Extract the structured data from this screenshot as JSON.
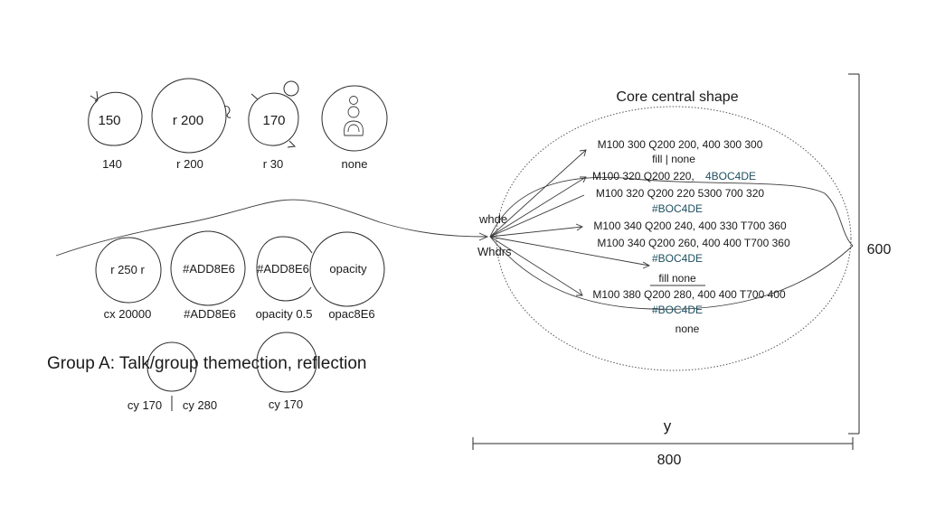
{
  "circles_top": [
    {
      "inner": "150",
      "caption": "140"
    },
    {
      "inner": "r 200",
      "caption": "r 200"
    },
    {
      "inner": "170",
      "caption": "r 30"
    },
    {
      "inner": "",
      "caption": "none"
    }
  ],
  "circles_mid": [
    {
      "inner": "r 250 r",
      "caption": "cx 20000"
    },
    {
      "inner": "#ADD8E6",
      "caption": "#ADD8E6"
    },
    {
      "inner": "#ADD8E6",
      "caption": "opacity 0.5"
    },
    {
      "inner": "opacity",
      "caption": "opac8E6"
    }
  ],
  "group_title": "Group A: Talk/group themection, reflection",
  "group_captions": [
    "cy 170",
    "cy 280",
    "cy 170"
  ],
  "core": {
    "title": "Core central shape",
    "hub_top": "whde",
    "hub_bottom": "Whdrs",
    "labels": [
      "M100 300 Q200 200, 400 300 300",
      "fill | none",
      "M100 320 Q200 220, ",
      "4BOC4DE",
      "M100 320 Q200 220 5300 700 320",
      "#BOC4DE",
      "M100 340 Q200 240, 400 330 T700 360",
      "M100 340 Q200 260, 400 400 T700 360",
      "#BOC4DE",
      "fill  none",
      "M100 380 Q200 280, 400 400 T700 400",
      "#BOC4DE",
      "none"
    ],
    "dim_height": "600",
    "dim_axis": "y",
    "dim_width": "800"
  },
  "colors": {
    "stroke": "#2a2a2a",
    "accent_text": "#1d4f60"
  }
}
